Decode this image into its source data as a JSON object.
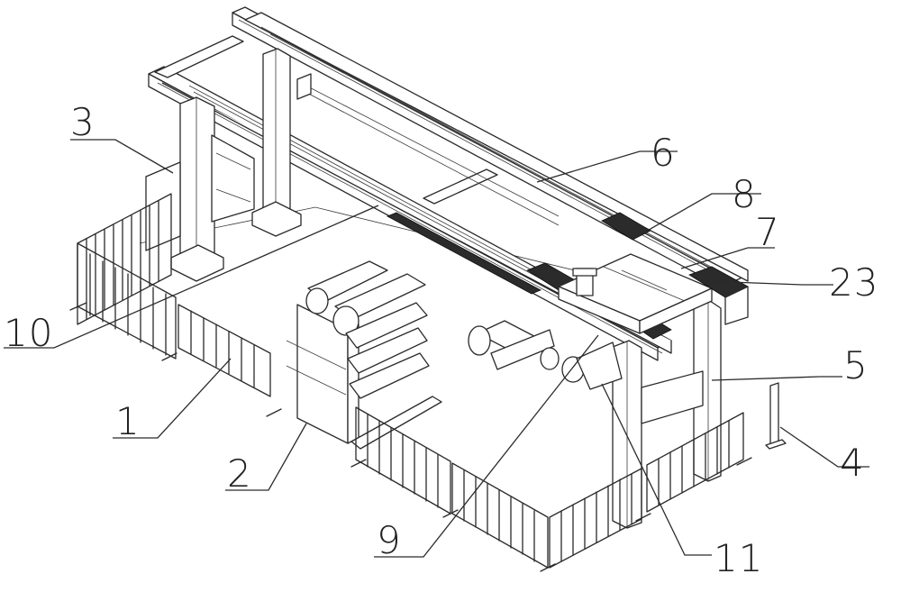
{
  "figure": {
    "accent_color": "#2a2a2a",
    "background_color": "#ffffff",
    "callouts": [
      {
        "id": "c3",
        "label": "3"
      },
      {
        "id": "c6",
        "label": "6"
      },
      {
        "id": "c8",
        "label": "8"
      },
      {
        "id": "c7",
        "label": "7"
      },
      {
        "id": "c23",
        "label": "23"
      },
      {
        "id": "c10",
        "label": "10"
      },
      {
        "id": "c5",
        "label": "5"
      },
      {
        "id": "c1",
        "label": "1"
      },
      {
        "id": "c4",
        "label": "4"
      },
      {
        "id": "c2",
        "label": "2"
      },
      {
        "id": "c9",
        "label": "9"
      },
      {
        "id": "c11",
        "label": "11"
      }
    ]
  }
}
